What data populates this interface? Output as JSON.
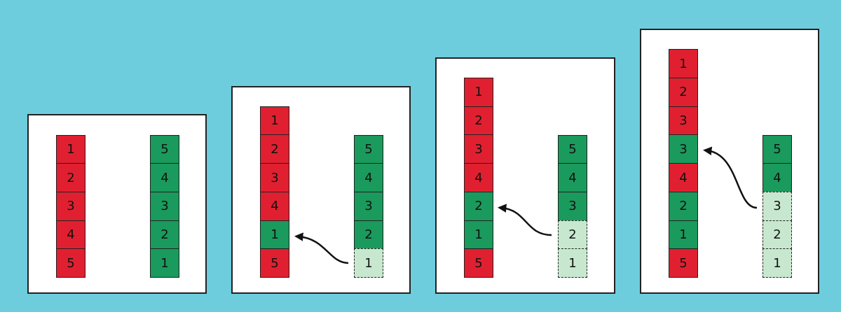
{
  "colors": {
    "background": "#6ecddd",
    "panel": "#ffffff",
    "red": "#e02030",
    "green": "#1a9a5c",
    "ghost": "#c7e8cf"
  },
  "panels": [
    {
      "left_stack": [
        {
          "label": "1",
          "color": "red"
        },
        {
          "label": "2",
          "color": "red"
        },
        {
          "label": "3",
          "color": "red"
        },
        {
          "label": "4",
          "color": "red"
        },
        {
          "label": "5",
          "color": "red"
        }
      ],
      "right_stack": [
        {
          "label": "5",
          "color": "green"
        },
        {
          "label": "4",
          "color": "green"
        },
        {
          "label": "3",
          "color": "green"
        },
        {
          "label": "2",
          "color": "green"
        },
        {
          "label": "1",
          "color": "green"
        }
      ]
    },
    {
      "left_stack": [
        {
          "label": "1",
          "color": "red"
        },
        {
          "label": "2",
          "color": "red"
        },
        {
          "label": "3",
          "color": "red"
        },
        {
          "label": "4",
          "color": "red"
        },
        {
          "label": "1",
          "color": "green"
        },
        {
          "label": "5",
          "color": "red"
        }
      ],
      "right_stack": [
        {
          "label": "5",
          "color": "green"
        },
        {
          "label": "4",
          "color": "green"
        },
        {
          "label": "3",
          "color": "green"
        },
        {
          "label": "2",
          "color": "green"
        },
        {
          "label": "1",
          "color": "ghost"
        }
      ]
    },
    {
      "left_stack": [
        {
          "label": "1",
          "color": "red"
        },
        {
          "label": "2",
          "color": "red"
        },
        {
          "label": "3",
          "color": "red"
        },
        {
          "label": "4",
          "color": "red"
        },
        {
          "label": "2",
          "color": "green"
        },
        {
          "label": "1",
          "color": "green"
        },
        {
          "label": "5",
          "color": "red"
        }
      ],
      "right_stack": [
        {
          "label": "5",
          "color": "green"
        },
        {
          "label": "4",
          "color": "green"
        },
        {
          "label": "3",
          "color": "green"
        },
        {
          "label": "2",
          "color": "ghost"
        },
        {
          "label": "1",
          "color": "ghost"
        }
      ]
    },
    {
      "left_stack": [
        {
          "label": "1",
          "color": "red"
        },
        {
          "label": "2",
          "color": "red"
        },
        {
          "label": "3",
          "color": "red"
        },
        {
          "label": "3",
          "color": "green"
        },
        {
          "label": "4",
          "color": "red"
        },
        {
          "label": "2",
          "color": "green"
        },
        {
          "label": "1",
          "color": "green"
        },
        {
          "label": "5",
          "color": "red"
        }
      ],
      "right_stack": [
        {
          "label": "5",
          "color": "green"
        },
        {
          "label": "4",
          "color": "green"
        },
        {
          "label": "3",
          "color": "ghost"
        },
        {
          "label": "2",
          "color": "ghost"
        },
        {
          "label": "1",
          "color": "ghost"
        }
      ]
    }
  ]
}
